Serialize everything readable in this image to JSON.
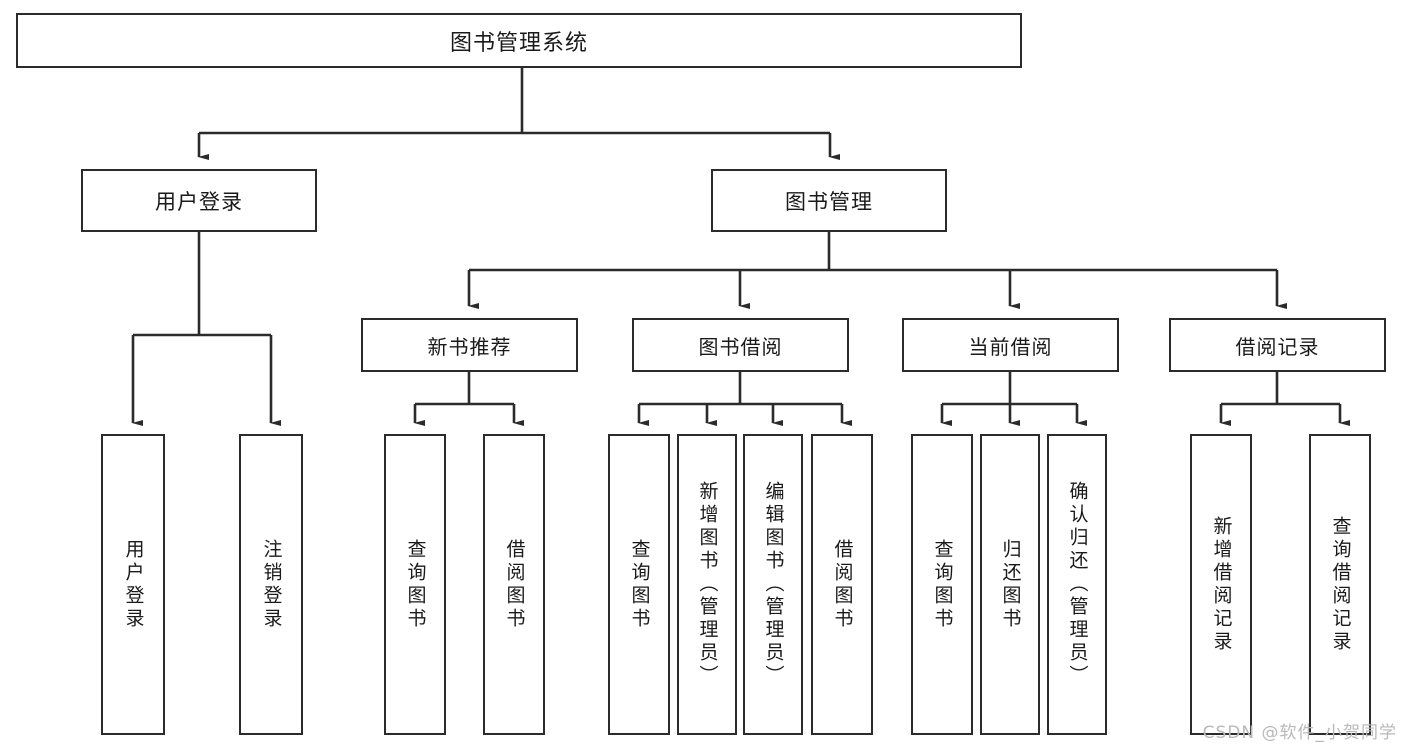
{
  "diagram": {
    "type": "tree",
    "title": "图书管理系统",
    "watermark": "CSDN @软件_小贺同学",
    "colors": {
      "stroke": "#2b2b2b",
      "fill": "#ffffff",
      "text": "#1a1a1a",
      "watermark": "#b9b9b9"
    },
    "nodes": {
      "root": {
        "label": "图书管理系统"
      },
      "level2": [
        {
          "id": "user-login",
          "label": "用户登录"
        },
        {
          "id": "book-manage",
          "label": "图书管理"
        }
      ],
      "level3": [
        {
          "id": "new-book-rec",
          "label": "新书推荐"
        },
        {
          "id": "book-borrow",
          "label": "图书借阅"
        },
        {
          "id": "current-borrow",
          "label": "当前借阅"
        },
        {
          "id": "borrow-record",
          "label": "借阅记录"
        }
      ],
      "leaves": {
        "user_login": [
          {
            "id": "leaf-user-login",
            "label": "用户登录"
          },
          {
            "id": "leaf-logout",
            "label": "注销登录"
          }
        ],
        "new_book_rec": [
          {
            "id": "leaf-query-book-1",
            "label": "查询图书"
          },
          {
            "id": "leaf-borrow-book-1",
            "label": "借阅图书"
          }
        ],
        "book_borrow": [
          {
            "id": "leaf-query-book-2",
            "label": "查询图书"
          },
          {
            "id": "leaf-add-book",
            "label": "新增图书（管理员）"
          },
          {
            "id": "leaf-edit-book",
            "label": "编辑图书（管理员）"
          },
          {
            "id": "leaf-borrow-book-2",
            "label": "借阅图书"
          }
        ],
        "current_borrow": [
          {
            "id": "leaf-query-book-3",
            "label": "查询图书"
          },
          {
            "id": "leaf-return-book",
            "label": "归还图书"
          },
          {
            "id": "leaf-confirm-return",
            "label": "确认归还（管理员）"
          }
        ],
        "borrow_record": [
          {
            "id": "leaf-add-record",
            "label": "新增借阅记录"
          },
          {
            "id": "leaf-query-record",
            "label": "查询借阅记录"
          }
        ]
      }
    }
  }
}
